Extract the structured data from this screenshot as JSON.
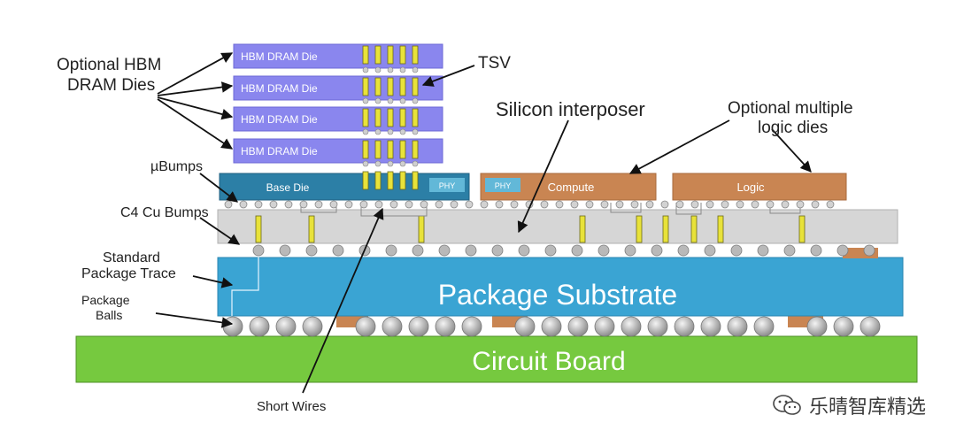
{
  "labels": {
    "hbm_left": [
      "Optional HBM",
      "DRAM Dies"
    ],
    "tsv": "TSV",
    "interposer": "Silicon interposer",
    "logic_dies": [
      "Optional multiple",
      "logic dies"
    ],
    "ubumps": "µBumps",
    "c4": "C4 Cu Bumps",
    "trace": [
      "Standard",
      "Package Trace"
    ],
    "balls": [
      "Package",
      "Balls"
    ],
    "short_wires": "Short Wires"
  },
  "dies": {
    "hbm_die": "HBM DRAM Die",
    "hbm_count": 4,
    "base_die": "Base Die",
    "phy": "PHY",
    "compute": "Compute",
    "logic": "Logic"
  },
  "substrate": "Package Substrate",
  "board": "Circuit Board",
  "watermark": "乐晴智库精选",
  "colors": {
    "hbm": "#8a86ee",
    "base_die": "#2c7fa6",
    "phy": "#62b8d8",
    "logic_die": "#c98552",
    "interposer": "#d6d6d6",
    "substrate": "#3aa4d3",
    "board": "#76c93f",
    "tsv": "#e8e23a",
    "bump": "#b9b9b9"
  }
}
